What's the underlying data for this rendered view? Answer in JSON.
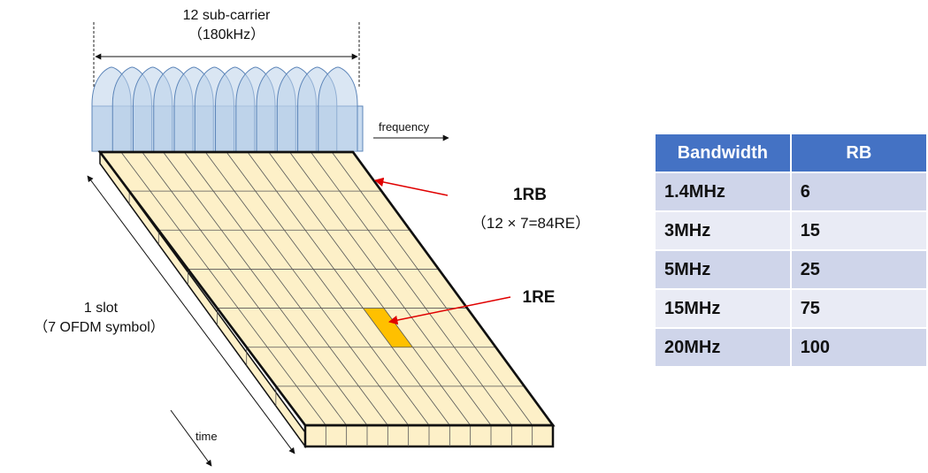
{
  "diagram": {
    "subcarrier_label": "12 sub-carrier",
    "subcarrier_bw": "（180kHz）",
    "frequency_label": "frequency",
    "rb_label": "1RB",
    "rb_formula": "（12 × 7=84RE）",
    "re_label": "1RE",
    "slot_label": "1 slot",
    "slot_detail": "（7 OFDM symbol）",
    "time_label": "time",
    "subcarriers": 12,
    "symbols": 7,
    "colors": {
      "grid_fill": "#fdf0c8",
      "grid_line": "#555555",
      "re_highlight": "#ffc000",
      "lobe_fill": "#bcd2ea",
      "lobe_stroke": "#5b84b8",
      "arrow_red": "#e00000",
      "header_bg": "#4472c4",
      "row_dark": "#cfd5ea",
      "row_light": "#e9ebf5"
    }
  },
  "table": {
    "headers": [
      "Bandwidth",
      "RB"
    ],
    "rows": [
      [
        "1.4MHz",
        "6"
      ],
      [
        "3MHz",
        "15"
      ],
      [
        "5MHz",
        "25"
      ],
      [
        "15MHz",
        "75"
      ],
      [
        "20MHz",
        "100"
      ]
    ]
  }
}
